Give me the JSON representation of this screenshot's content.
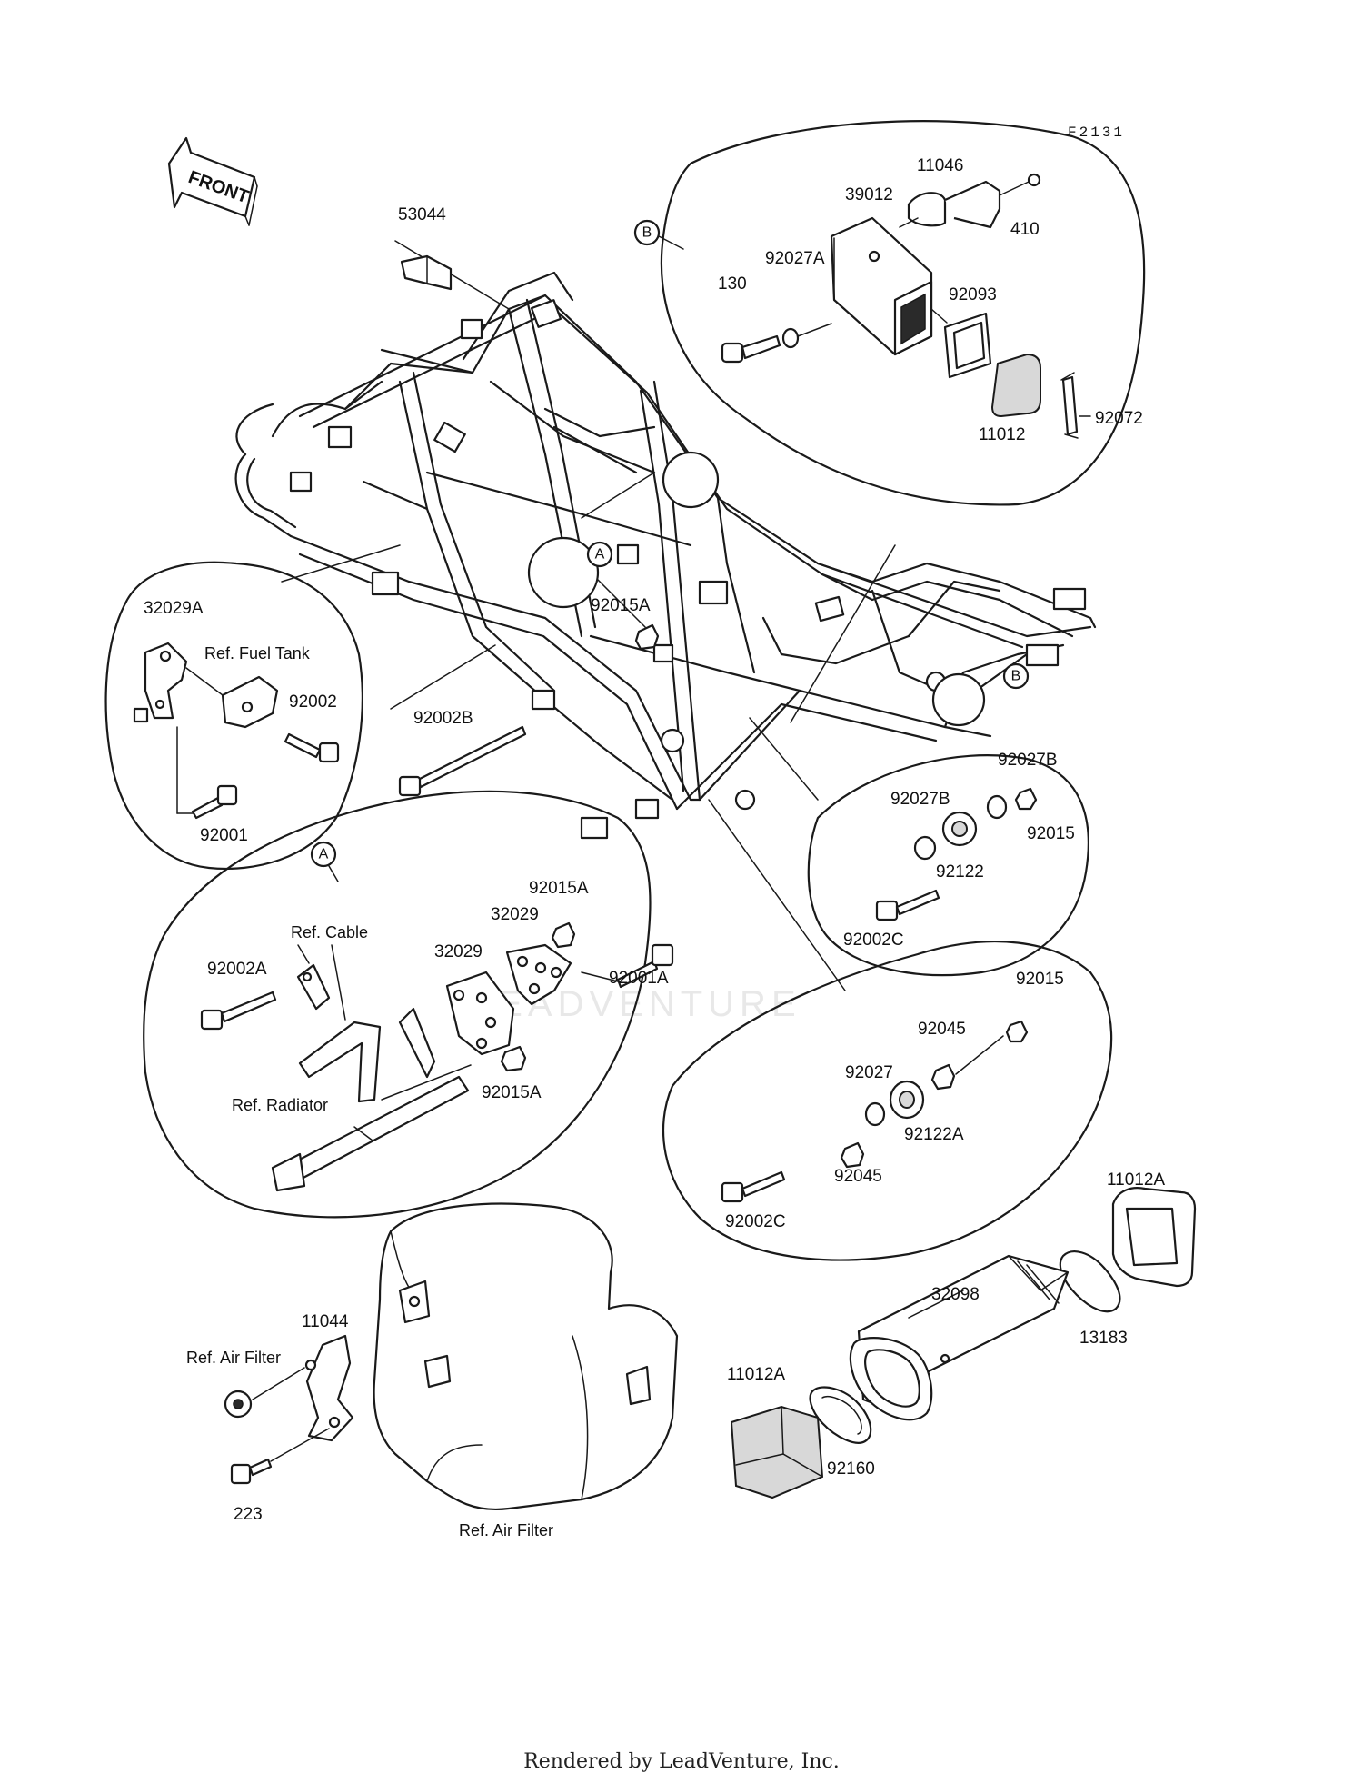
{
  "diagram_code": "F2131",
  "front_label": "FRONT",
  "watermark": "LEADVENTURE",
  "footer": "Rendered by LeadVenture, Inc.",
  "markers": {
    "a": "A",
    "b": "B"
  },
  "parts": {
    "p53044": "53044",
    "p11046": "11046",
    "p39012": "39012",
    "p410": "410",
    "p92027a": "92027A",
    "p130": "130",
    "p92093": "92093",
    "p11012": "11012",
    "p92072": "92072",
    "p32029a": "32029A",
    "p92002": "92002",
    "p92001": "92001",
    "p92002b": "92002B",
    "p92015a_top": "92015A",
    "p92027b_1": "92027B",
    "p92027b_2": "92027B",
    "p92015_right": "92015",
    "p92122": "92122",
    "p92002c_top": "92002C",
    "p92015a_a1": "92015A",
    "p32029_1": "32029",
    "p32029_2": "32029",
    "p92002a": "92002A",
    "p92001a": "92001A",
    "p92015a_a2": "92015A",
    "p92015_lower": "92015",
    "p92045_1": "92045",
    "p92027": "92027",
    "p92122a": "92122A",
    "p92045_2": "92045",
    "p92002c_bottom": "92002C",
    "p11012a_right": "11012A",
    "p32098": "32098",
    "p13183": "13183",
    "p11012a_left": "11012A",
    "p92160": "92160",
    "p11044": "11044",
    "p223": "223"
  },
  "references": {
    "fuel_tank": "Ref. Fuel Tank",
    "cable": "Ref. Cable",
    "radiator": "Ref. Radiator",
    "air_filter_left": "Ref. Air Filter",
    "air_filter_bottom": "Ref. Air Filter"
  }
}
